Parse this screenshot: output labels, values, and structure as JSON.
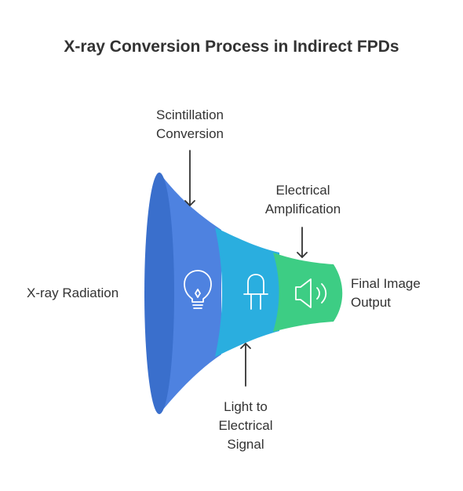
{
  "title": "X-ray Conversion Process in Indirect FPDs",
  "labels": {
    "scintillation": [
      "Scintillation",
      "Conversion"
    ],
    "amplification": [
      "Electrical",
      "Amplification"
    ],
    "xray": "X-ray Radiation",
    "final": [
      "Final Image",
      "Output"
    ],
    "light": [
      "Light to",
      "Electrical",
      "Signal"
    ]
  },
  "stages": [
    {
      "name": "X-ray Radiation",
      "color": "#4E82E0",
      "icon": "lightbulb-icon"
    },
    {
      "name": "Light to Electrical Signal",
      "color": "#2AAEDF",
      "icon": "led-icon"
    },
    {
      "name": "Electrical Amplification",
      "color": "#3DCD84",
      "icon": "speaker-icon"
    }
  ],
  "colors": {
    "text": "#333333",
    "arrow": "#333333",
    "mouth": "#3A6FCC",
    "icon": "#ffffff"
  }
}
